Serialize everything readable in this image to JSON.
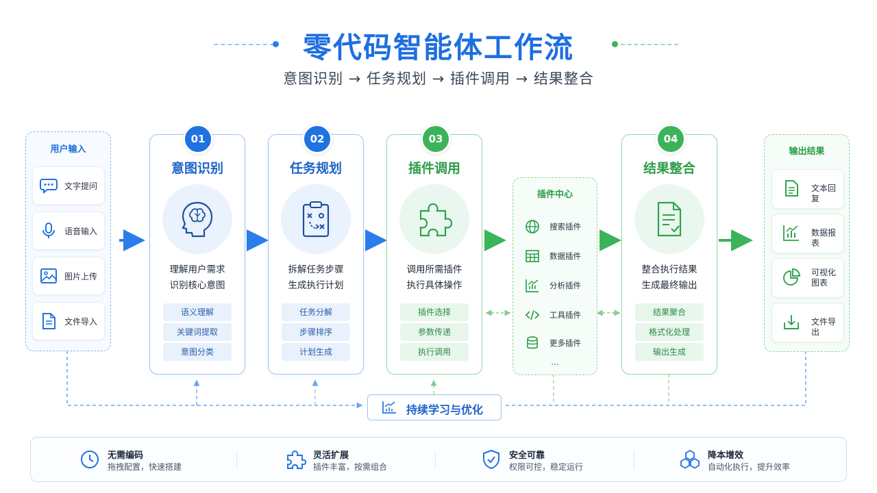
{
  "title": "零代码智能体工作流",
  "subtitle": "意图识别 → 任务规划 → 插件调用 → 结果整合",
  "user_input": {
    "heading": "用户输入",
    "items": [
      {
        "label": "文字提问",
        "icon": "chat-bubble-icon"
      },
      {
        "label": "语音输入",
        "icon": "microphone-icon"
      },
      {
        "label": "图片上传",
        "icon": "image-icon"
      },
      {
        "label": "文件导入",
        "icon": "document-icon"
      }
    ]
  },
  "steps": [
    {
      "number": "01",
      "title": "意图识别",
      "desc_1": "理解用户需求",
      "desc_2": "识别核心意图",
      "icon": "brain-head-icon",
      "pills": [
        "语义理解",
        "关键词提取",
        "意图分类"
      ]
    },
    {
      "number": "02",
      "title": "任务规划",
      "desc_1": "拆解任务步骤",
      "desc_2": "生成执行计划",
      "icon": "clipboard-plan-icon",
      "pills": [
        "任务分解",
        "步骤排序",
        "计划生成"
      ]
    },
    {
      "number": "03",
      "title": "插件调用",
      "desc_1": "调用所需插件",
      "desc_2": "执行具体操作",
      "icon": "puzzle-icon",
      "pills": [
        "插件选择",
        "参数传递",
        "执行调用"
      ]
    },
    {
      "number": "04",
      "title": "结果整合",
      "desc_1": "整合执行结果",
      "desc_2": "生成最终输出",
      "icon": "document-check-icon",
      "pills": [
        "结果聚合",
        "格式化处理",
        "输出生成"
      ]
    }
  ],
  "plugin_center": {
    "heading": "插件中心",
    "items": [
      {
        "label": "搜索插件",
        "icon": "globe-icon"
      },
      {
        "label": "数据插件",
        "icon": "table-icon"
      },
      {
        "label": "分析插件",
        "icon": "chart-icon"
      },
      {
        "label": "工具插件",
        "icon": "code-icon"
      },
      {
        "label": "更多插件",
        "icon": "database-icon"
      }
    ],
    "more": "..."
  },
  "output": {
    "heading": "输出结果",
    "items": [
      {
        "label": "文本回复",
        "icon": "text-doc-icon"
      },
      {
        "label": "数据报表",
        "icon": "bar-chart-icon"
      },
      {
        "label": "可视化图表",
        "icon": "pie-chart-icon"
      },
      {
        "label": "文件导出",
        "icon": "export-icon"
      }
    ]
  },
  "learning": {
    "label": "持续学习与优化",
    "icon": "trend-chart-icon"
  },
  "features": [
    {
      "title": "无需编码",
      "sub": "拖拽配置，快速搭建",
      "icon": "clock-icon"
    },
    {
      "title": "灵活扩展",
      "sub": "插件丰富，按需组合",
      "icon": "puzzle-icon"
    },
    {
      "title": "安全可靠",
      "sub": "权限可控，稳定运行",
      "icon": "shield-check-icon"
    },
    {
      "title": "降本增效",
      "sub": "自动化执行，提升效率",
      "icon": "cubes-icon"
    }
  ],
  "colors": {
    "blue": "#1f73e0",
    "green": "#3cb35a"
  }
}
